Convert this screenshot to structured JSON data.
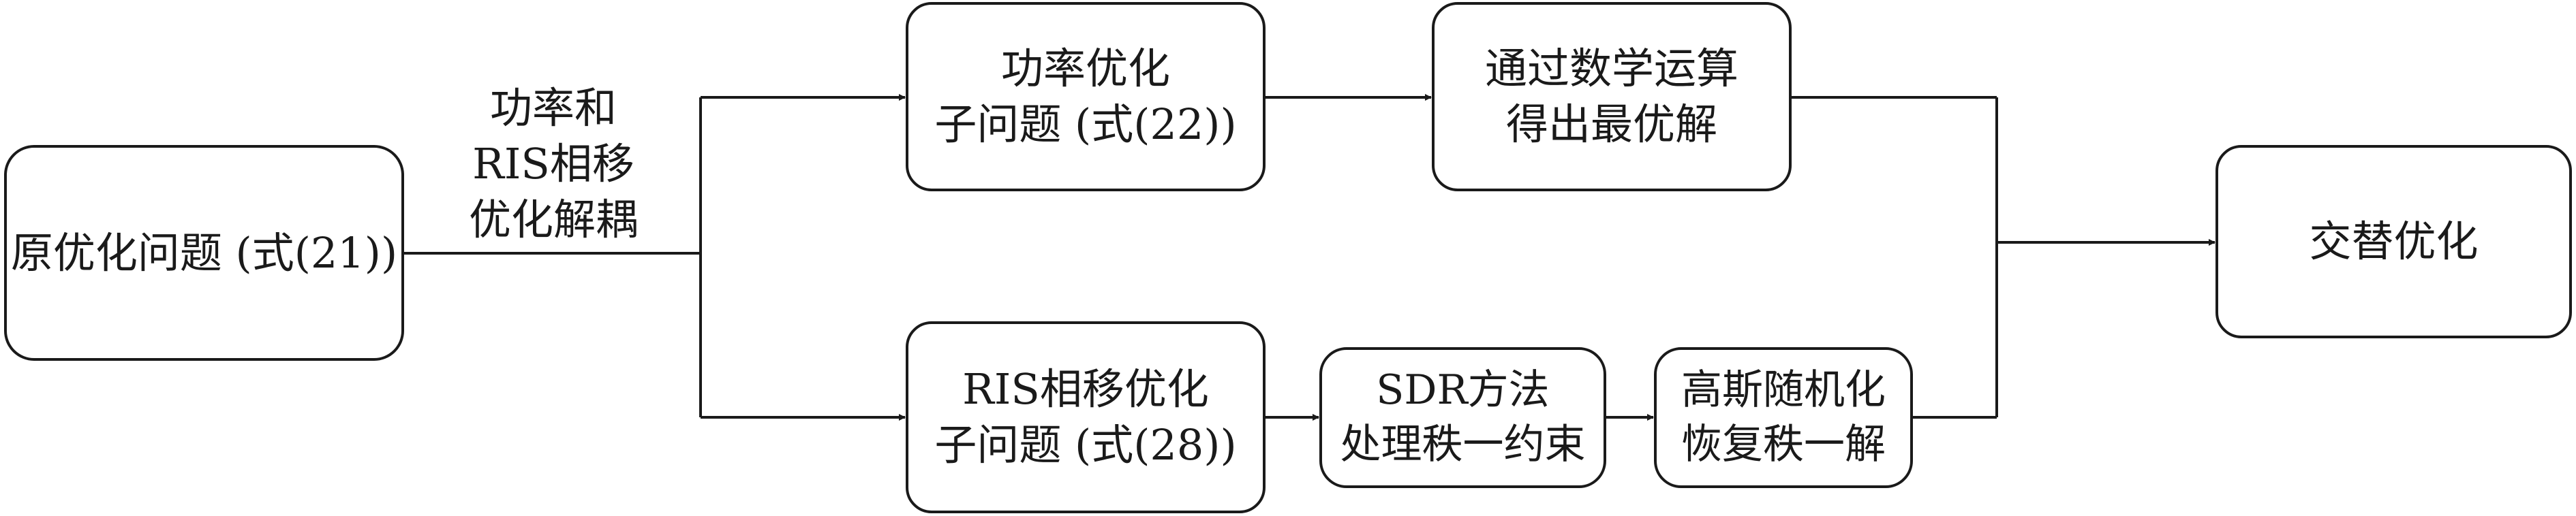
{
  "diagram": {
    "nodes": {
      "original_problem": {
        "text": "原优化问题 (式(21))"
      },
      "power_subproblem": {
        "line1": "功率优化",
        "line2": "子问题 (式(22))"
      },
      "math_solution": {
        "line1": "通过数学运算",
        "line2": "得出最优解"
      },
      "ris_subproblem": {
        "line1": "RIS相移优化",
        "line2": "子问题 (式(28))"
      },
      "sdr_method": {
        "line1": "SDR方法",
        "line2": "处理秩一约束"
      },
      "gaussian_randomization": {
        "line1": "高斯随机化",
        "line2": "恢复秩一解"
      },
      "alternating_optimization": {
        "text": "交替优化"
      }
    },
    "edge_label": {
      "line1": "功率和",
      "line2": "RIS相移",
      "line3": "优化解耦"
    }
  }
}
